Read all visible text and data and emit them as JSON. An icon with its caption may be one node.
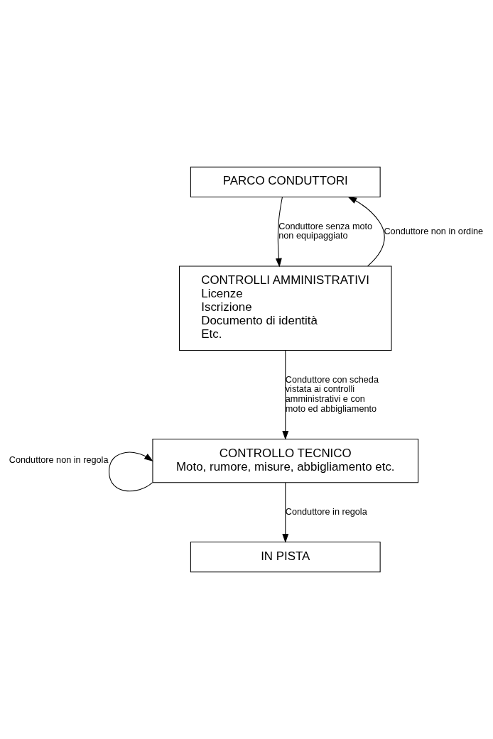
{
  "diagram": {
    "nodes": [
      {
        "text": [
          "PARCO CONDUTTORI"
        ]
      },
      {
        "text": [
          "CONTROLLI AMMINISTRATIVI",
          "Licenze",
          "Iscrizione",
          "Documento di identità",
          "Etc."
        ]
      },
      {
        "text": [
          "CONTROLLO TECNICO",
          "Moto, rumore, misure, abbigliamento etc."
        ]
      },
      {
        "text": [
          "IN PISTA"
        ]
      }
    ],
    "edges": [
      {
        "from": 0,
        "to": 1,
        "arrow": "to",
        "label": "Conduttore senza moto non equipaggiato"
      },
      {
        "from": 1,
        "to": 0,
        "arrow": "to",
        "label": "Conduttore non in ordine"
      },
      {
        "from": 1,
        "to": 2,
        "arrow": "to",
        "label": "Conduttore con scheda vistata ai controlli amministrativi e con moto ed abbigliamento"
      },
      {
        "from": 2,
        "to": 3,
        "arrow": "to",
        "label": "Conduttore in regola"
      },
      {
        "from": 2,
        "to": 2,
        "arrow": "to",
        "label": "Conduttore non in regola"
      }
    ]
  }
}
